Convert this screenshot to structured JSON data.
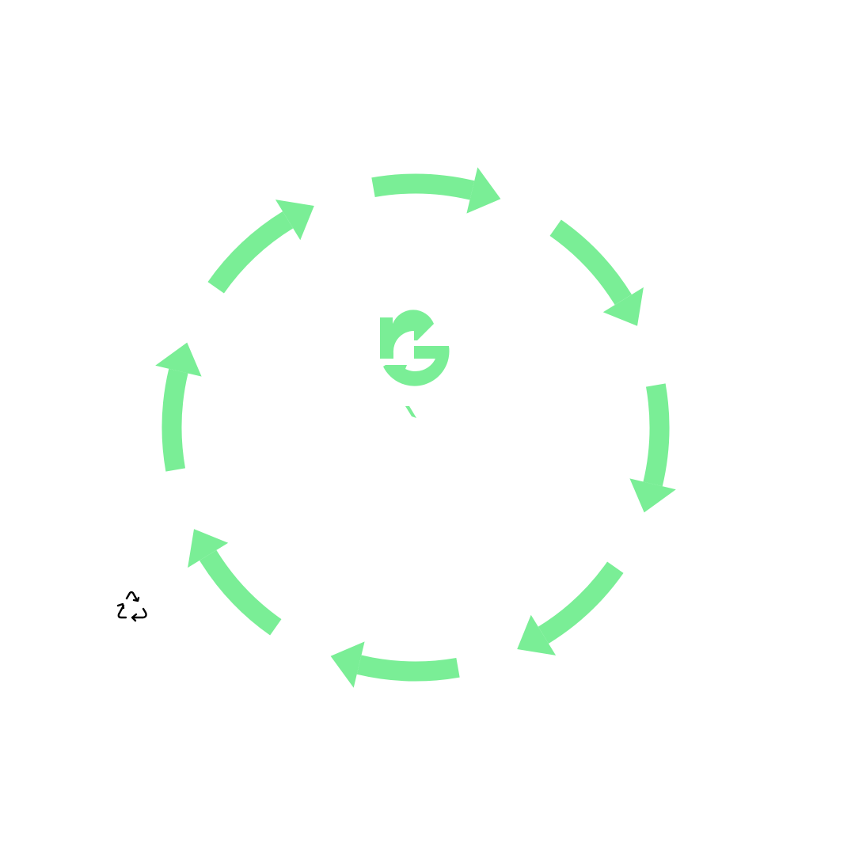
{
  "diagram": {
    "type": "cycle",
    "arrow_count": 8,
    "direction": "clockwise",
    "center_logo_letter": "G"
  },
  "icons": {
    "center": "refresh-g-logo-icon",
    "corner": "recycle-icon"
  },
  "colors": {
    "accent": "#7aee96",
    "icon_stroke": "#000000",
    "background": "#ffffff"
  }
}
